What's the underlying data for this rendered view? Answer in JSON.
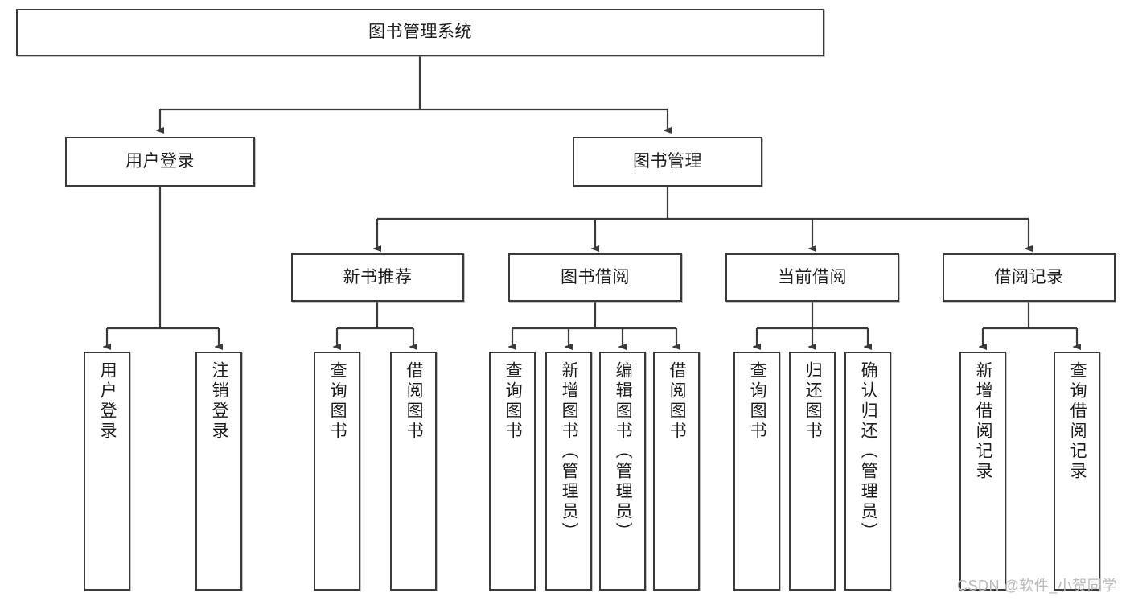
{
  "diagram": {
    "title": "图书管理系统",
    "watermark": "CSDN @软件_小贺同学",
    "accent_color": "#3a3a3a",
    "background_color": "#ffffff",
    "text_color": "#1c1c1c"
  },
  "nodes": {
    "root": {
      "label": "图书管理系统"
    },
    "level1": [
      {
        "label": "用户登录"
      },
      {
        "label": "图书管理"
      }
    ],
    "level2": [
      {
        "label": "新书推荐"
      },
      {
        "label": "图书借阅"
      },
      {
        "label": "当前借阅"
      },
      {
        "label": "借阅记录"
      }
    ],
    "leaves": {
      "user_login": [
        {
          "label": "用户登录"
        },
        {
          "label": "注销登录"
        }
      ],
      "new_book": [
        {
          "label": "查询图书"
        },
        {
          "label": "借阅图书"
        }
      ],
      "book_borrow": [
        {
          "label": "查询图书"
        },
        {
          "label": "新增图书（管理员）"
        },
        {
          "label": "编辑图书（管理员）"
        },
        {
          "label": "借阅图书"
        }
      ],
      "current_borrow": [
        {
          "label": "查询图书"
        },
        {
          "label": "归还图书"
        },
        {
          "label": "确认归还（管理员）"
        }
      ],
      "borrow_record": [
        {
          "label": "新增借阅记录"
        },
        {
          "label": "查询借阅记录"
        }
      ]
    }
  }
}
